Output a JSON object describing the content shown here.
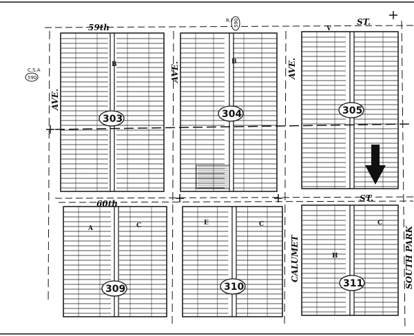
{
  "streets": {
    "s59": "59th",
    "st_top": "ST.",
    "s60": "60th",
    "st_mid": "ST.",
    "ave_left": "AVE.",
    "ave_2": "AVE.",
    "ave_3": "AVE.",
    "calumet": "CALUMET",
    "south_park": "SOUTH PARK"
  },
  "blocks": {
    "b303": "303",
    "b304": "304",
    "b305": "305",
    "b309": "309",
    "b310": "310",
    "b311": "311"
  },
  "markers": {
    "csa": "C.S.A",
    "csa_num": "590",
    "top_marker": "590",
    "top_rr": "R.R."
  },
  "sublabels": {
    "a1": "A",
    "c1": "C",
    "e1": "E",
    "c2": "C",
    "h1": "H",
    "c3": "C",
    "v1": "V",
    "b1": "B",
    "b2": "B"
  },
  "colors": {
    "ink": "#111111",
    "paper": "#ffffff"
  }
}
